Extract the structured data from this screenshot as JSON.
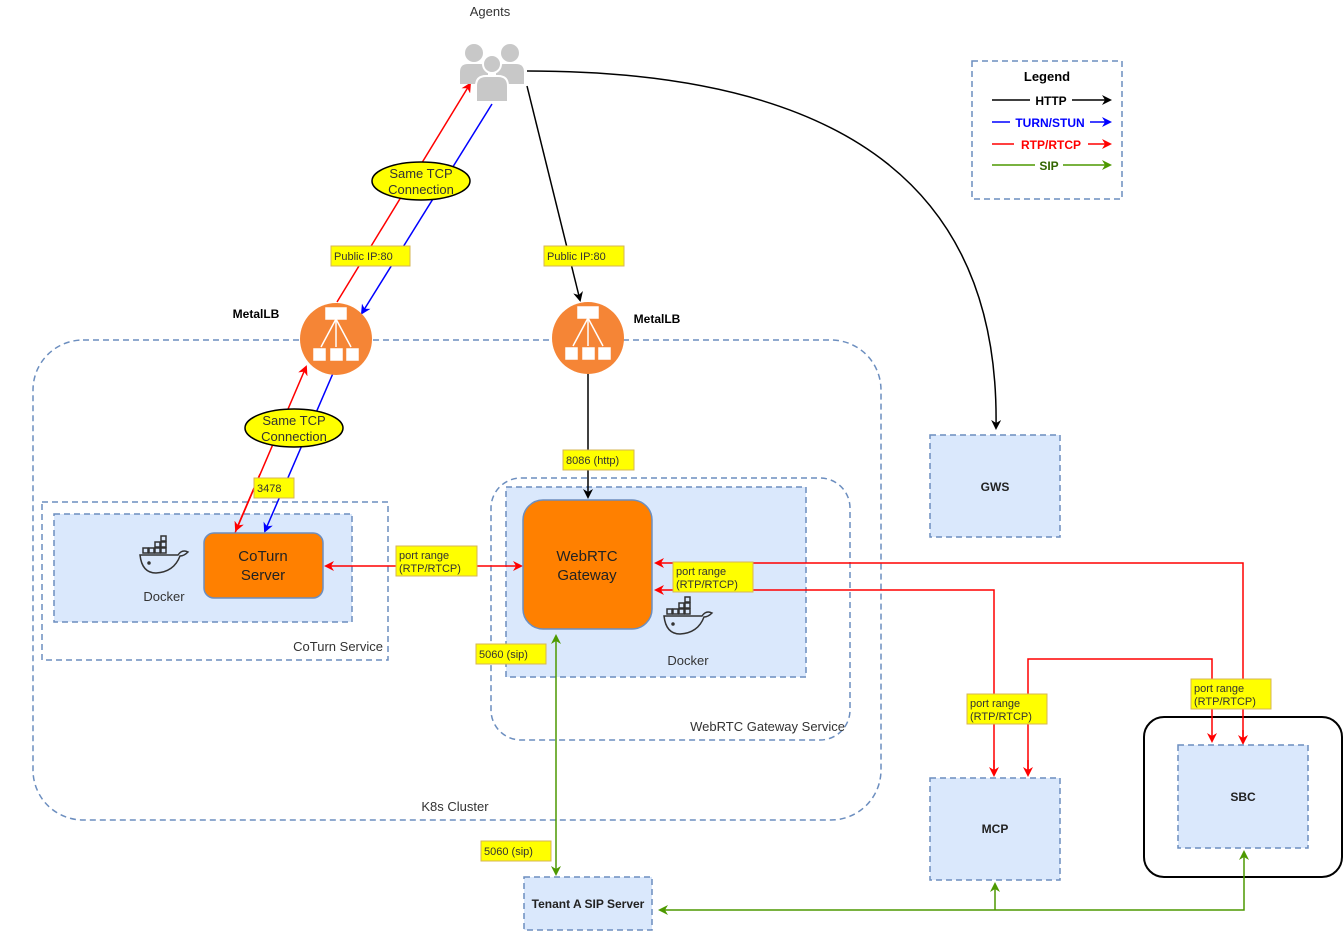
{
  "title": "Agents",
  "legend": {
    "title": "Legend",
    "items": [
      {
        "label": "HTTP",
        "color": "#000000"
      },
      {
        "label": "TURN/STUN",
        "color": "#0000ff"
      },
      {
        "label": "RTP/RTCP",
        "color": "#ff0000"
      },
      {
        "label": "SIP",
        "color": "#4d9900"
      }
    ]
  },
  "nodes": {
    "metallb_left": "MetalLB",
    "metallb_right": "MetalLB",
    "coturn_server": [
      "CoTurn",
      "Server"
    ],
    "webrtc_gateway": [
      "WebRTC",
      "Gateway"
    ],
    "docker_left": "Docker",
    "docker_right": "Docker",
    "coturn_service": "CoTurn Service",
    "webrtc_service": "WebRTC Gateway Service",
    "k8s_cluster": "K8s Cluster",
    "gws": "GWS",
    "mcp": "MCP",
    "sbc": "SBC",
    "sip_server": "Tenant A SIP Server"
  },
  "annotations": {
    "same_tcp_top": [
      "Same TCP",
      "Connection"
    ],
    "same_tcp_bottom": [
      "Same TCP",
      "Connection"
    ],
    "public_ip_left": "Public IP:80",
    "public_ip_right": "Public IP:80",
    "port_3478": "3478",
    "port_8086": "8086 (http)",
    "port_range_coturn": [
      "port range",
      "(RTP/RTCP)"
    ],
    "port_range_gw": [
      "port range",
      "(RTP/RTCP)"
    ],
    "port_range_mcp": [
      "port range",
      "(RTP/RTCP)"
    ],
    "port_range_sbc": [
      "port range",
      "(RTP/RTCP)"
    ],
    "sip_5060_gw": "5060 (sip)",
    "sip_5060_server": "5060 (sip)"
  },
  "colors": {
    "http": "#000000",
    "turn": "#0000ff",
    "rtp": "#ff0000",
    "sip": "#4d9900",
    "orange": "#ff8000",
    "lb_orange": "#f58536",
    "container_fill": "#dae8fc",
    "dash": "#6c8ebf",
    "note_fill": "#ffff00"
  }
}
